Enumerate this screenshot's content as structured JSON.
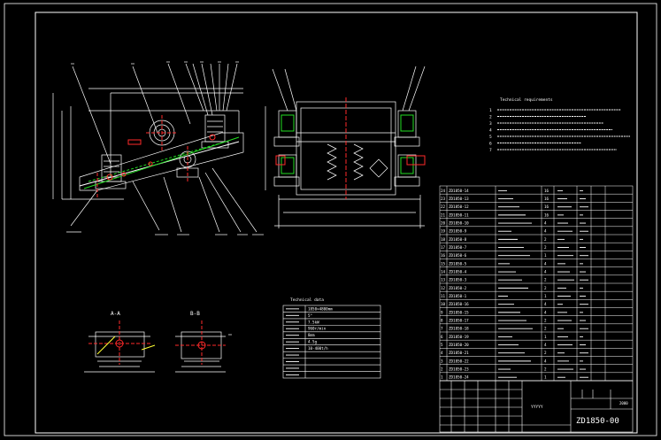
{
  "drawing": {
    "code": "ZD1850-00",
    "title_block": {
      "code_small": "2000",
      "label_small": "YYYYY"
    },
    "view_a_label": "A-A",
    "view_b_label": "B-B",
    "tech_table_title": "Technical data",
    "notes_title": "Technical requirements",
    "notes": [
      "1",
      "2",
      "3",
      "4",
      "5",
      "6",
      "7"
    ]
  },
  "bom": {
    "rows": [
      {
        "no": "24",
        "code": "ZD1850-14",
        "qty": "16"
      },
      {
        "no": "23",
        "code": "ZD1850-13",
        "qty": "16"
      },
      {
        "no": "22",
        "code": "ZD1850-12",
        "qty": "16"
      },
      {
        "no": "21",
        "code": "ZD1850-11",
        "qty": "16"
      },
      {
        "no": "20",
        "code": "ZD1850-10",
        "qty": "4"
      },
      {
        "no": "19",
        "code": "ZD1850-9",
        "qty": "4"
      },
      {
        "no": "18",
        "code": "ZD1850-8",
        "qty": "2"
      },
      {
        "no": "17",
        "code": "ZD1850-7",
        "qty": "2"
      },
      {
        "no": "16",
        "code": "ZD1850-6",
        "qty": "1"
      },
      {
        "no": "15",
        "code": "ZD1850-5",
        "qty": "4"
      },
      {
        "no": "14",
        "code": "ZD1850-4",
        "qty": "4"
      },
      {
        "no": "13",
        "code": "ZD1850-3",
        "qty": "2"
      },
      {
        "no": "12",
        "code": "ZD1850-2",
        "qty": "2"
      },
      {
        "no": "11",
        "code": "ZD1850-1",
        "qty": "1"
      },
      {
        "no": "10",
        "code": "ZD1850-16",
        "qty": "4"
      },
      {
        "no": "9",
        "code": "ZD1850-15",
        "qty": "4"
      },
      {
        "no": "8",
        "code": "ZD1850-17",
        "qty": "2"
      },
      {
        "no": "7",
        "code": "ZD1850-18",
        "qty": "2"
      },
      {
        "no": "6",
        "code": "ZD1850-19",
        "qty": "1"
      },
      {
        "no": "5",
        "code": "ZD1850-20",
        "qty": "4"
      },
      {
        "no": "4",
        "code": "ZD1850-21",
        "qty": "2"
      },
      {
        "no": "3",
        "code": "ZD1850-22",
        "qty": "4"
      },
      {
        "no": "2",
        "code": "ZD1850-23",
        "qty": "2"
      },
      {
        "no": "1",
        "code": "ZD1850-24",
        "qty": "1"
      }
    ]
  },
  "tech_table": {
    "rows": [
      "1850×4800mm",
      "5°",
      "7.5kW",
      "960r/min",
      "8mm",
      "4.5g",
      "10-400t/h"
    ]
  },
  "colors": {
    "line": "#ffffff",
    "red": "#ff2a2a",
    "green": "#22dd22",
    "yellow": "#ffff33",
    "cyan": "#33ffff"
  }
}
